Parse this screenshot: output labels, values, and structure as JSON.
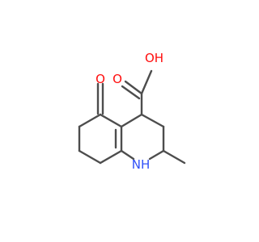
{
  "molecule": {
    "atoms": {
      "hydroxyl_o": {
        "symbol": "OH",
        "color": "#ff0d0d"
      },
      "carbonyl_o_acid": {
        "symbol": "O",
        "color": "#ff0d0d"
      },
      "ketone_o": {
        "symbol": "O",
        "color": "#ff0d0d"
      },
      "ring_n": {
        "symbol": "NH",
        "color": "#3050f8"
      }
    },
    "bond_color": "#4d4d4d",
    "background": "#ffffff"
  }
}
